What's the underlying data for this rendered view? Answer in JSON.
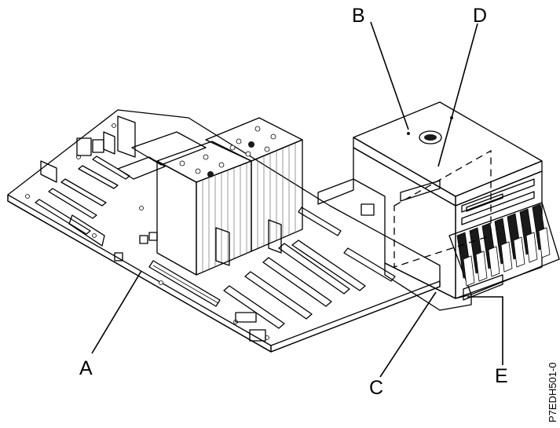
{
  "callouts": {
    "a": "A",
    "b": "B",
    "c": "C",
    "d": "D",
    "e": "E"
  },
  "figure_id": "P7EDH501-0",
  "colors": {
    "ink": "#000000",
    "board": "#ffffff",
    "dark": "#1a1a1a",
    "grey": "#8c8c8c",
    "light_grey": "#d9d9d9"
  }
}
